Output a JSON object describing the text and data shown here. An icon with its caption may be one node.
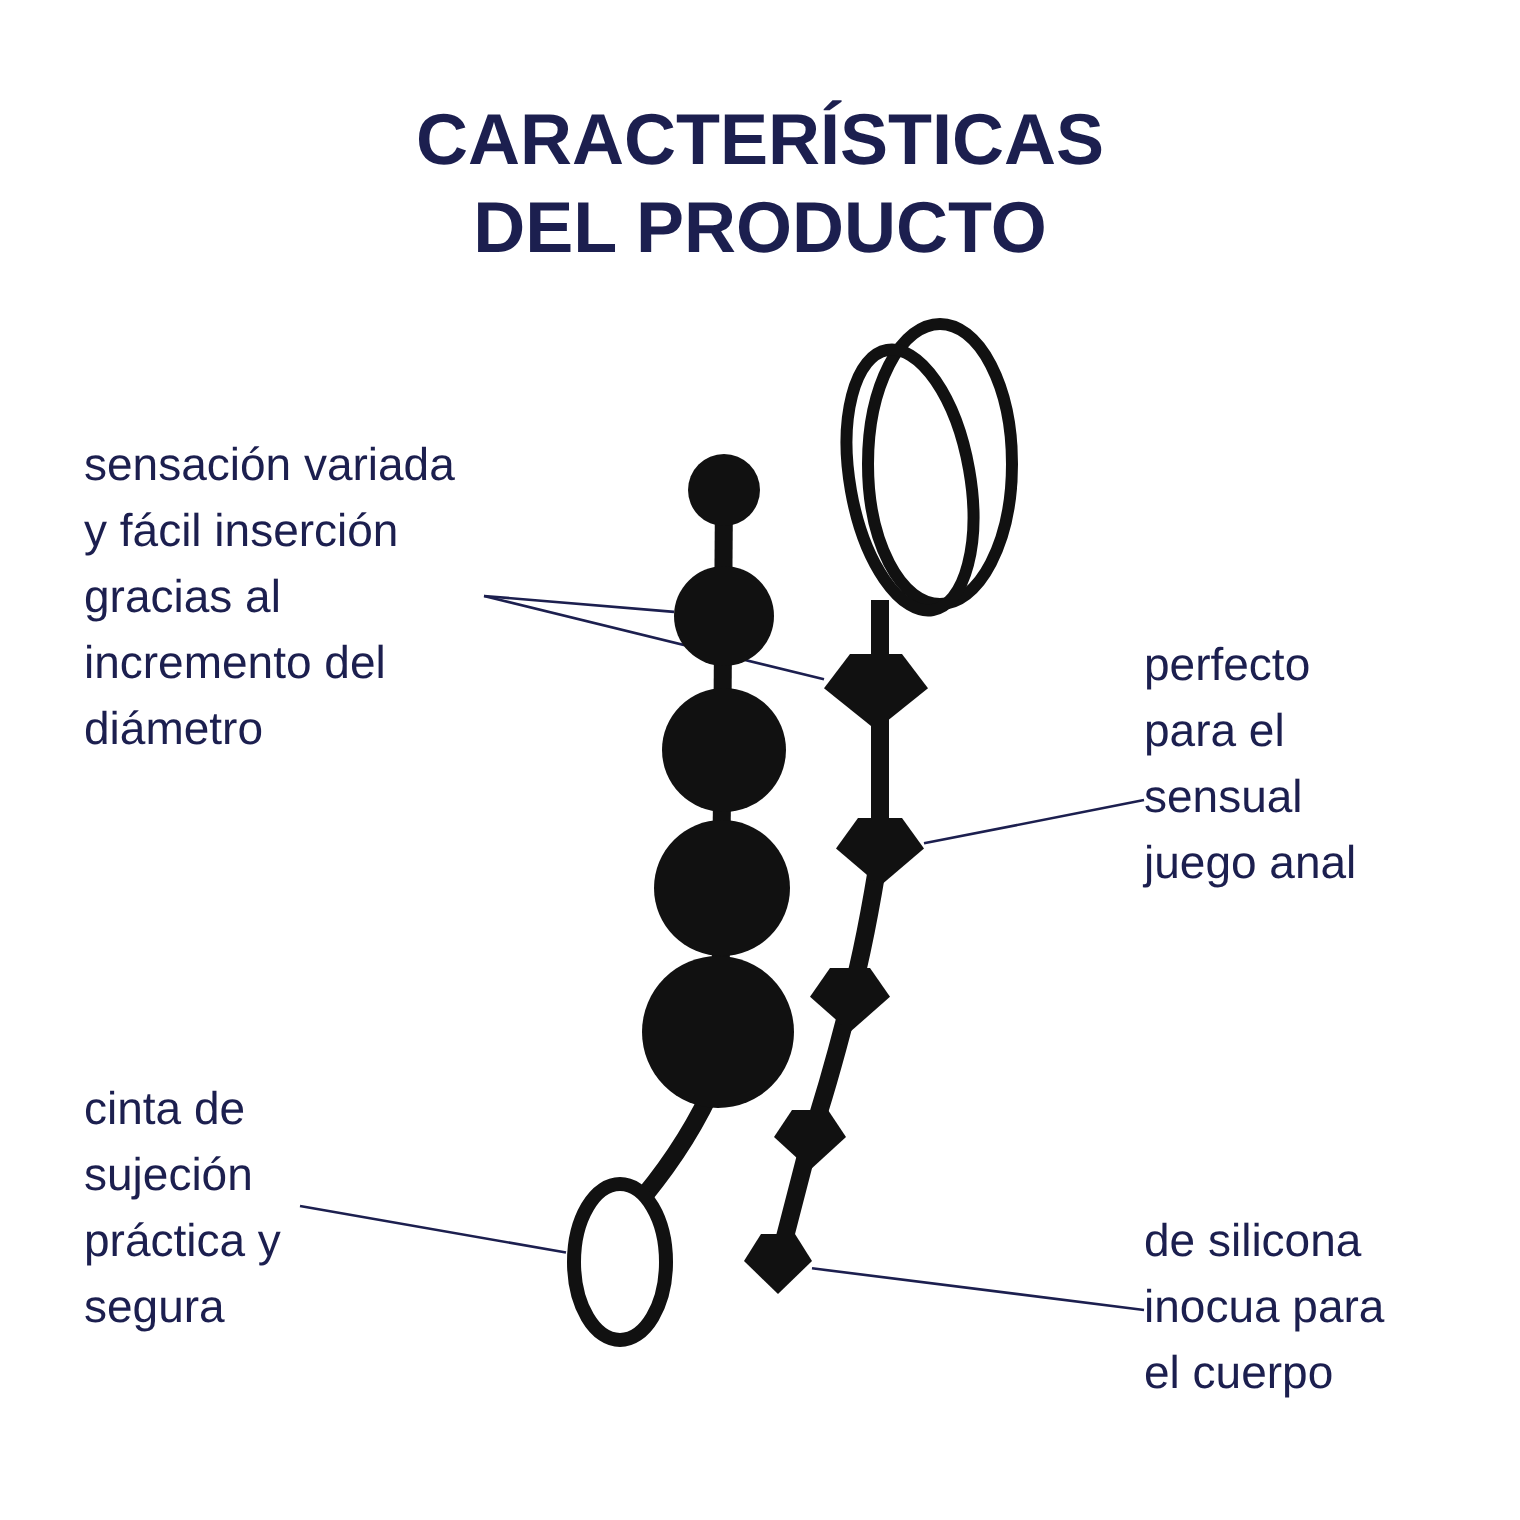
{
  "diagram": {
    "title": "CARACTERÍSTICAS DEL PRODUCTO",
    "nodes": [
      {
        "text": [
          "sensación variada y fácil inserción gracias al incremento del diámetro"
        ]
      },
      {
        "text": [
          "perfecto para el sensual juego anal"
        ]
      },
      {
        "text": [
          "cinta de sujeción práctica y segura"
        ]
      },
      {
        "text": [
          "de silicona inocua para el cuerpo"
        ]
      },
      {
        "text": [],
        "shape": "circle"
      },
      {
        "text": [],
        "shape": "diamond"
      },
      {
        "text": [],
        "shape": "diamond"
      },
      {
        "text": [],
        "shape": "ring"
      },
      {
        "text": [],
        "shape": "diamond"
      }
    ],
    "edges": [
      {
        "from": 0,
        "to": 4,
        "arrow": "none"
      },
      {
        "from": 0,
        "to": 5,
        "arrow": "none"
      },
      {
        "from": 1,
        "to": 6,
        "arrow": "none"
      },
      {
        "from": 2,
        "to": 7,
        "arrow": "none"
      },
      {
        "from": 3,
        "to": 8,
        "arrow": "none"
      }
    ]
  }
}
